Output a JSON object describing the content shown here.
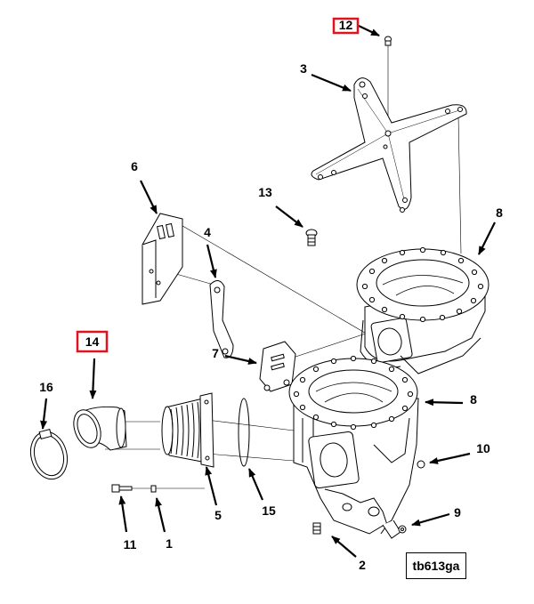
{
  "callouts": {
    "c1": "1",
    "c2": "2",
    "c3": "3",
    "c4": "4",
    "c5": "5",
    "c6": "6",
    "c7": "7",
    "c8a": "8",
    "c8b": "8",
    "c9": "9",
    "c10": "10",
    "c11": "11",
    "c12": "12",
    "c13": "13",
    "c14": "14",
    "c15": "15",
    "c16": "16"
  },
  "highlighted": [
    "12",
    "14"
  ],
  "highlight_color": "#e0141e",
  "reference_code": "tb613ga"
}
